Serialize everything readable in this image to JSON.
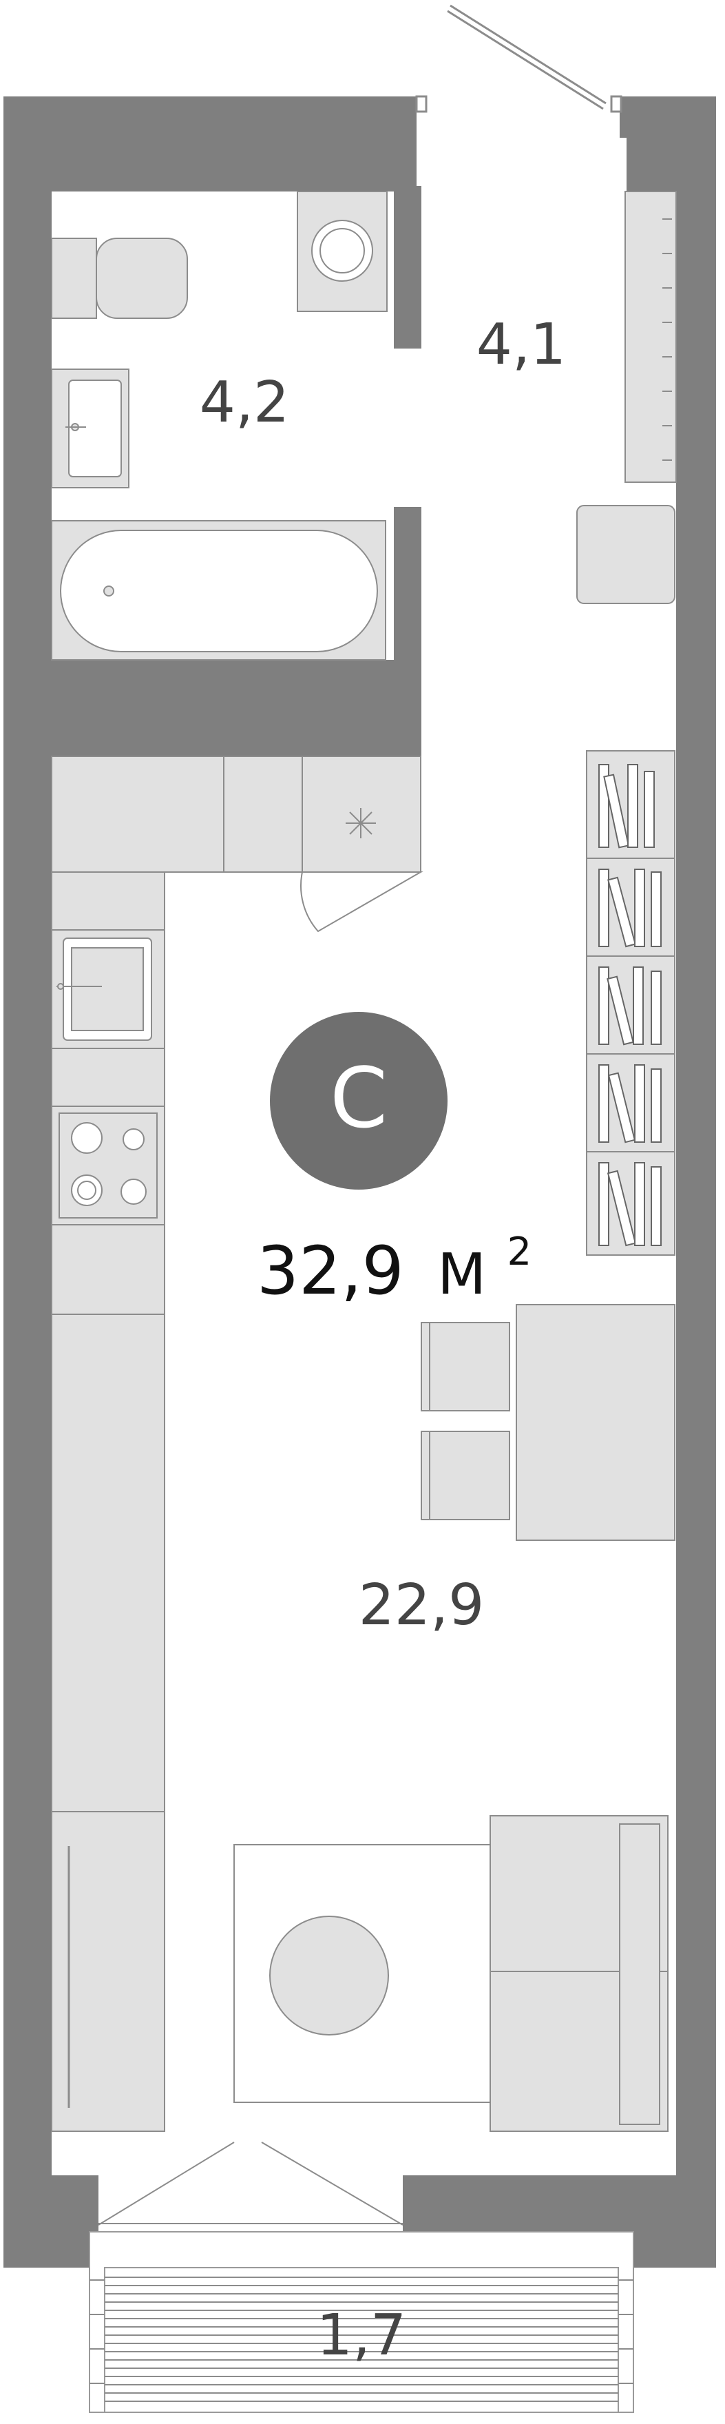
{
  "unit_type_badge": "С",
  "total_area": {
    "value": "32,9",
    "unit": "М",
    "unit_power": "2"
  },
  "rooms": [
    {
      "id": "bathroom",
      "area": "4,2"
    },
    {
      "id": "hallway",
      "area": "4,1"
    },
    {
      "id": "living-room",
      "area": "22,9"
    },
    {
      "id": "balcony",
      "area": "1,7"
    }
  ],
  "colors": {
    "wall": "#7f7f7f",
    "furniture_fill": "#e1e1e1",
    "furniture_stroke": "#8c8c8c",
    "line": "#9a9a9a",
    "badge": "#6f6f6f",
    "label": "#444444",
    "area_text": "#111111",
    "background": "#ffffff"
  }
}
